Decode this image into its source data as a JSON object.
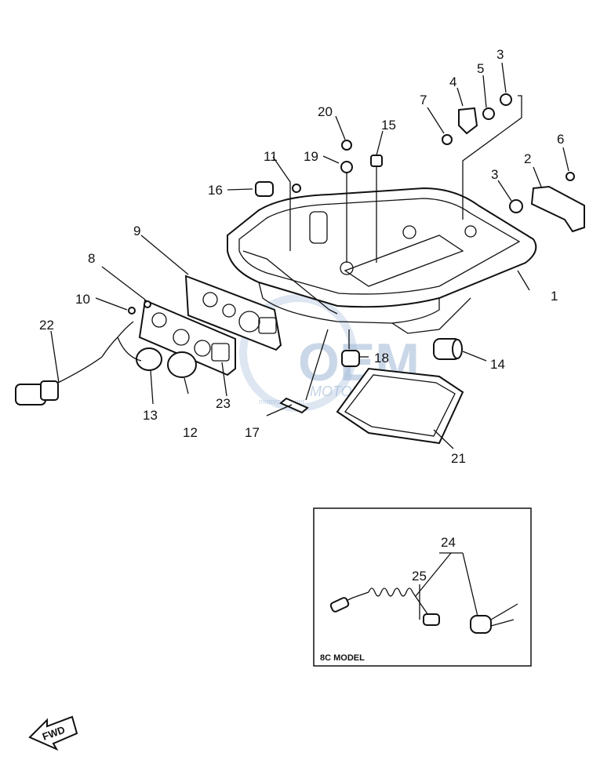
{
  "callouts": [
    {
      "id": "1",
      "text": "1"
    },
    {
      "id": "2",
      "text": "2"
    },
    {
      "id": "3a",
      "text": "3"
    },
    {
      "id": "3b",
      "text": "3"
    },
    {
      "id": "4",
      "text": "4"
    },
    {
      "id": "5",
      "text": "5"
    },
    {
      "id": "6",
      "text": "6"
    },
    {
      "id": "7",
      "text": "7"
    },
    {
      "id": "8",
      "text": "8"
    },
    {
      "id": "9",
      "text": "9"
    },
    {
      "id": "10",
      "text": "10"
    },
    {
      "id": "11",
      "text": "11"
    },
    {
      "id": "12",
      "text": "12"
    },
    {
      "id": "13",
      "text": "13"
    },
    {
      "id": "14",
      "text": "14"
    },
    {
      "id": "15",
      "text": "15"
    },
    {
      "id": "16",
      "text": "16"
    },
    {
      "id": "17",
      "text": "17"
    },
    {
      "id": "18",
      "text": "18"
    },
    {
      "id": "19",
      "text": "19"
    },
    {
      "id": "20",
      "text": "20"
    },
    {
      "id": "21",
      "text": "21"
    },
    {
      "id": "22",
      "text": "22"
    },
    {
      "id": "23",
      "text": "23"
    },
    {
      "id": "24",
      "text": "24"
    },
    {
      "id": "25",
      "text": "25"
    }
  ],
  "inset": {
    "title": "8C MODEL"
  },
  "fwd_arrow": {
    "text": "FWD"
  },
  "watermark": {
    "logo": "OEM",
    "subtitle": "MOTORPARTS",
    "small": "motorparts.net"
  }
}
